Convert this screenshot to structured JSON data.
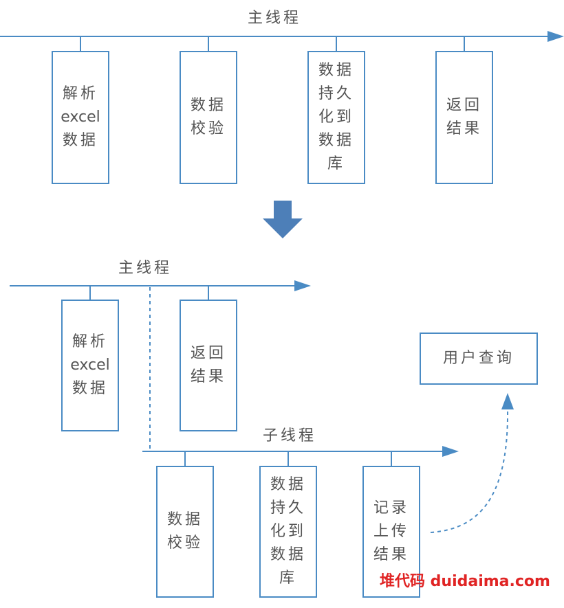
{
  "top": {
    "thread_label": "主线程",
    "boxes": [
      {
        "lines": [
          "解析",
          "excel",
          "数据"
        ]
      },
      {
        "lines": [
          "数据",
          "校验"
        ]
      },
      {
        "lines": [
          "数据",
          "持久",
          "化到",
          "数据",
          "库"
        ]
      },
      {
        "lines": [
          "返回",
          "结果"
        ]
      }
    ]
  },
  "bottom": {
    "main_thread_label": "主线程",
    "main_boxes": [
      {
        "lines": [
          "解析",
          "excel",
          "数据"
        ]
      },
      {
        "lines": [
          "返回",
          "结果"
        ]
      }
    ],
    "sub_thread_label": "子线程",
    "sub_boxes": [
      {
        "lines": [
          "数据",
          "校验"
        ]
      },
      {
        "lines": [
          "数据",
          "持久",
          "化到",
          "数据",
          "库"
        ]
      },
      {
        "lines": [
          "记录",
          "上传",
          "结果"
        ]
      }
    ],
    "query_box": "用户查询"
  },
  "watermark": "堆代码 duidaima.com",
  "colors": {
    "line": "#4a8bc4",
    "text": "#555555",
    "watermark": "#e02424",
    "down_arrow": "#4d7fb8"
  }
}
